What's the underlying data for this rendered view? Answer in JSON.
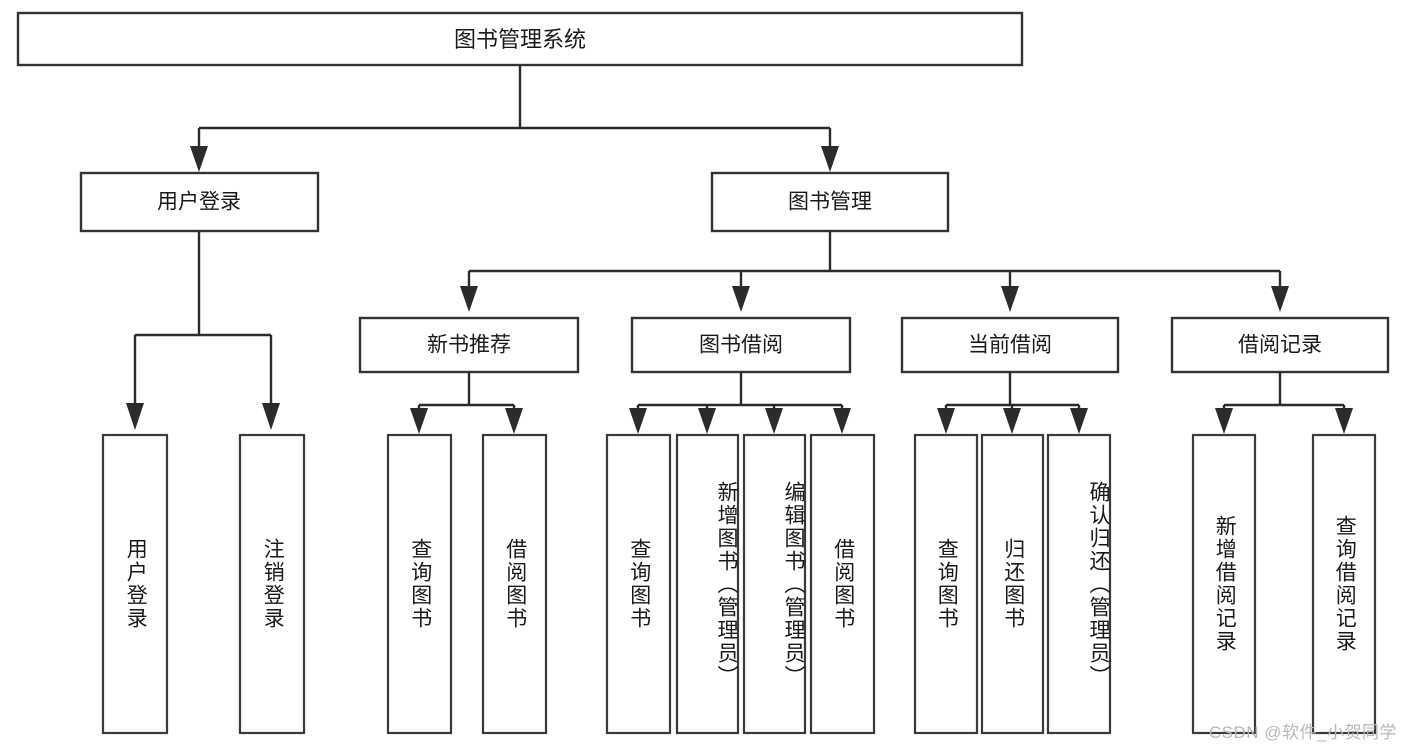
{
  "diagram": {
    "title": "图书管理系统",
    "type": "tree-hierarchy-chart",
    "watermark": "CSDN @软件_小贺同学",
    "style": {
      "box_fill": "#ffffff",
      "box_stroke": "#333333",
      "connector_color": "#2b2b2b",
      "text_color": "#1a1a1a",
      "background": "#ffffff",
      "watermark_color": "#b8b8b8"
    },
    "levels": [
      {
        "level": 1,
        "nodes": [
          {
            "id": "root",
            "label": "图书管理系统",
            "orientation": "horizontal"
          }
        ]
      },
      {
        "level": 2,
        "nodes": [
          {
            "id": "user-login",
            "label": "用户登录",
            "orientation": "horizontal",
            "parent": "root"
          },
          {
            "id": "book-manage",
            "label": "图书管理",
            "orientation": "horizontal",
            "parent": "root"
          }
        ]
      },
      {
        "level": 3,
        "nodes": [
          {
            "id": "new-book-rec",
            "label": "新书推荐",
            "orientation": "horizontal",
            "parent": "book-manage"
          },
          {
            "id": "book-borrow",
            "label": "图书借阅",
            "orientation": "horizontal",
            "parent": "book-manage"
          },
          {
            "id": "current-borrow",
            "label": "当前借阅",
            "orientation": "horizontal",
            "parent": "book-manage"
          },
          {
            "id": "borrow-record",
            "label": "借阅记录",
            "orientation": "horizontal",
            "parent": "book-manage"
          }
        ]
      },
      {
        "level": 4,
        "nodes": [
          {
            "id": "leaf-1",
            "label": "用户登录",
            "orientation": "vertical",
            "parent": "user-login"
          },
          {
            "id": "leaf-2",
            "label": "注销登录",
            "orientation": "vertical",
            "parent": "user-login"
          },
          {
            "id": "leaf-3",
            "label": "查询图书",
            "orientation": "vertical",
            "parent": "new-book-rec"
          },
          {
            "id": "leaf-4",
            "label": "借阅图书",
            "orientation": "vertical",
            "parent": "new-book-rec"
          },
          {
            "id": "leaf-5",
            "label": "查询图书",
            "orientation": "vertical",
            "parent": "book-borrow"
          },
          {
            "id": "leaf-6",
            "label": "新增图书（管理员）",
            "orientation": "vertical",
            "parent": "book-borrow"
          },
          {
            "id": "leaf-7",
            "label": "编辑图书（管理员）",
            "orientation": "vertical",
            "parent": "book-borrow"
          },
          {
            "id": "leaf-8",
            "label": "借阅图书",
            "orientation": "vertical",
            "parent": "book-borrow"
          },
          {
            "id": "leaf-9",
            "label": "查询图书",
            "orientation": "vertical",
            "parent": "current-borrow"
          },
          {
            "id": "leaf-10",
            "label": "归还图书",
            "orientation": "vertical",
            "parent": "current-borrow"
          },
          {
            "id": "leaf-11",
            "label": "确认归还（管理员）",
            "orientation": "vertical",
            "parent": "current-borrow"
          },
          {
            "id": "leaf-12",
            "label": "新增借阅记录",
            "orientation": "vertical",
            "parent": "borrow-record"
          },
          {
            "id": "leaf-13",
            "label": "查询借阅记录",
            "orientation": "vertical",
            "parent": "borrow-record"
          }
        ]
      }
    ]
  }
}
